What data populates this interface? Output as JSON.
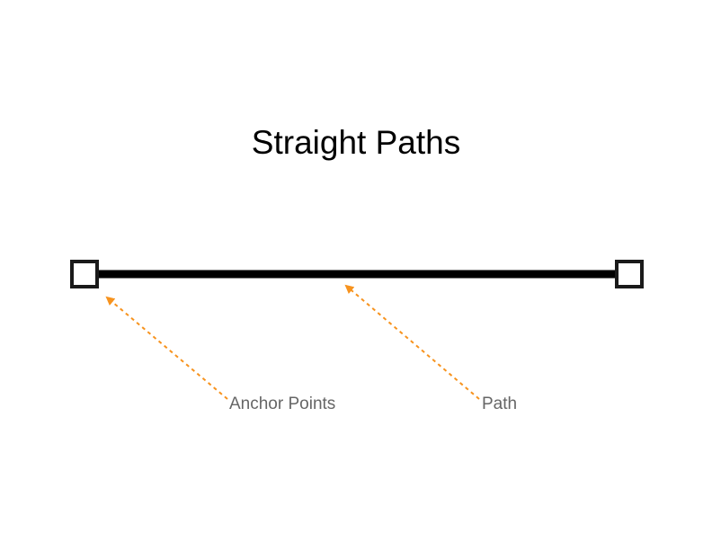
{
  "title": "Straight Paths",
  "labels": {
    "anchor_points": "Anchor Points",
    "path": "Path"
  },
  "colors": {
    "path": "#000000",
    "anchor_fill": "#ffffff",
    "anchor_stroke": "#1a1a1a",
    "arrow": "#f7931e",
    "label_text": "#666666"
  }
}
